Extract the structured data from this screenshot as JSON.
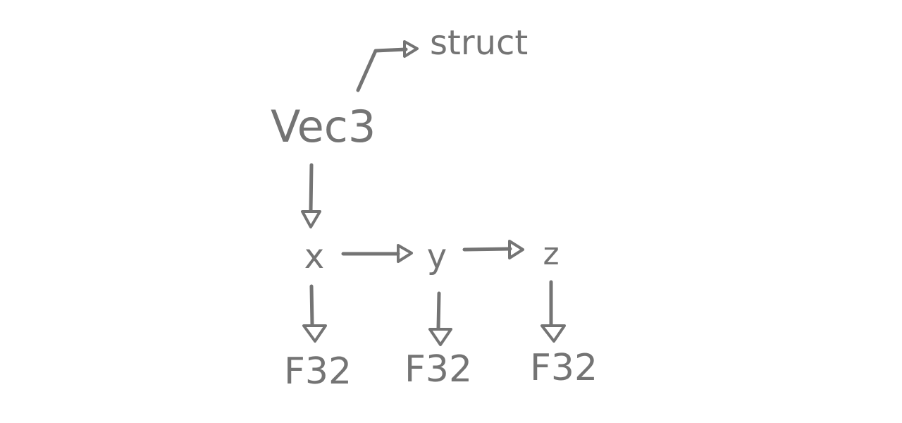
{
  "diagram": {
    "root_label": "Vec3",
    "type_label": "struct",
    "fields": [
      {
        "name": "x",
        "type": "F32"
      },
      {
        "name": "y",
        "type": "F32"
      },
      {
        "name": "z",
        "type": "F32"
      }
    ],
    "ink_color": "#747474",
    "background_color": "#ffffff"
  }
}
